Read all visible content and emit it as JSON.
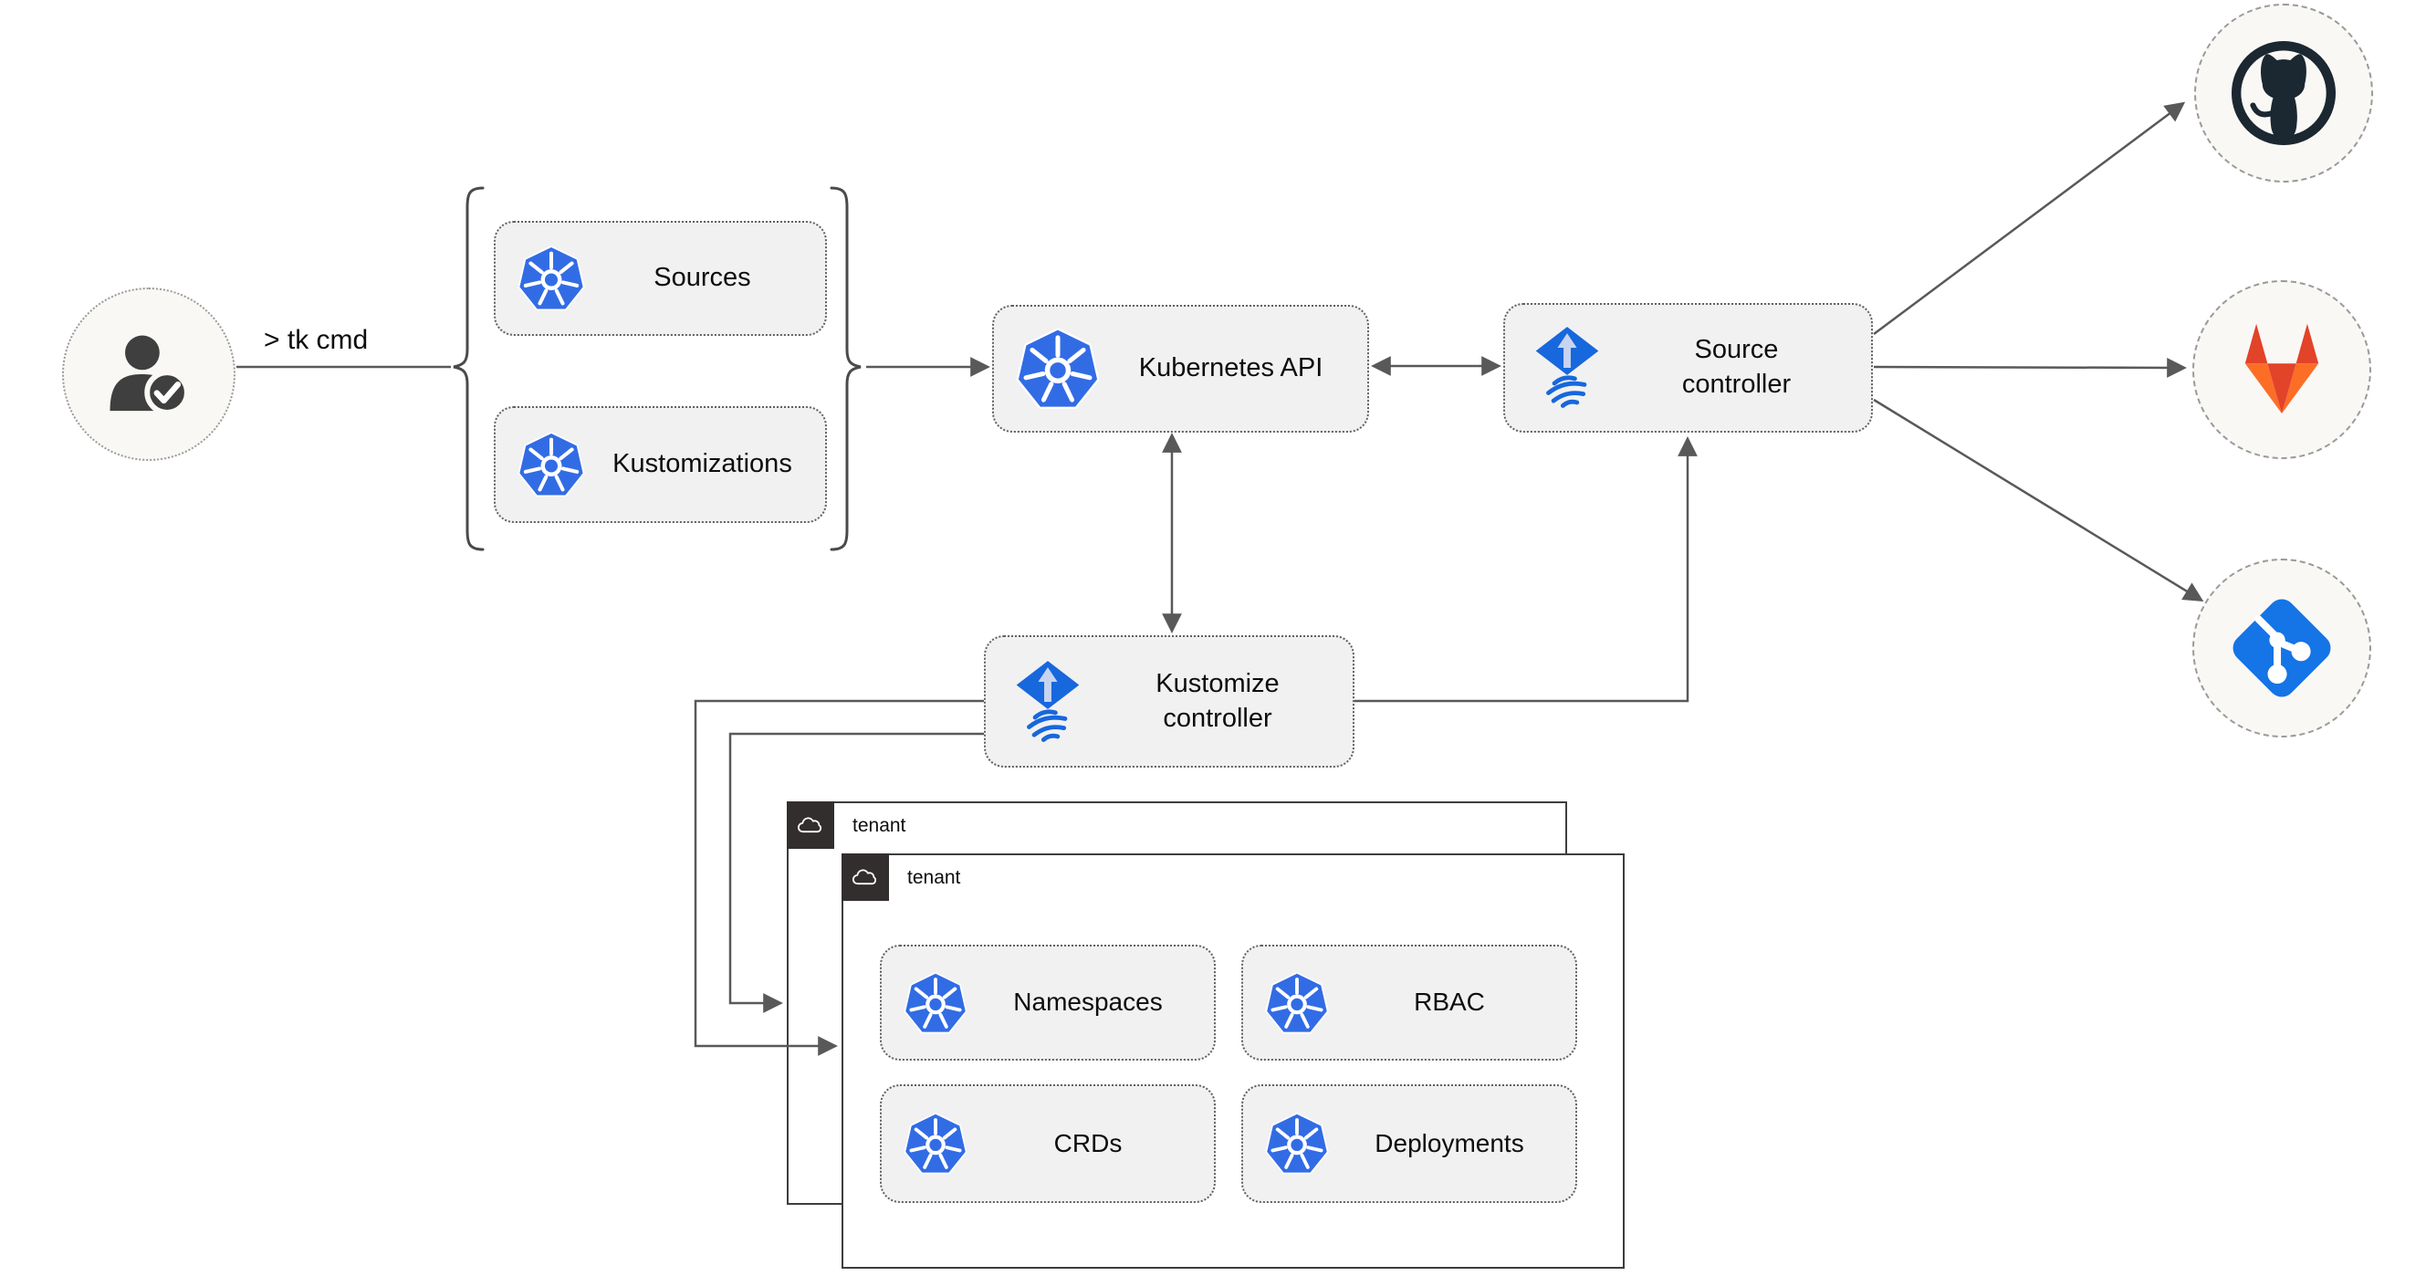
{
  "diagram": {
    "title_hint": "GitOps toolkit architecture diagram",
    "cli_label": "> tk cmd",
    "user": {
      "icon": "user-check-icon"
    },
    "crd_group": {
      "sources_label": "Sources",
      "kustomizations_label": "Kustomizations"
    },
    "nodes": {
      "kubernetes_api_label": "Kubernetes API",
      "source_controller_label": "Source controller",
      "kustomize_controller_label": "Kustomize controller"
    },
    "tenant_back": {
      "label": "tenant",
      "icon": "cloud-icon"
    },
    "tenant_front": {
      "label": "tenant",
      "icon": "cloud-icon"
    },
    "resources": {
      "namespaces": "Namespaces",
      "rbac": "RBAC",
      "crds": "CRDs",
      "deployments": "Deployments"
    },
    "remotes": {
      "github": "github-icon",
      "gitlab": "gitlab-icon",
      "git": "git-icon"
    },
    "colors": {
      "kubernetes_blue": "#326ce5",
      "flux_blue": "#1767dd",
      "flux_arrow_light": "#c7d4f0",
      "wire_gray": "#595959",
      "node_fill": "#f1f1f1",
      "circle_fill": "#faf8f5",
      "github_dark": "#1b2731",
      "gitlab_red": "#e24329",
      "gitlab_orange": "#fc6d26",
      "git_blue": "#1574e6",
      "tenant_header_dark": "#332e2e"
    }
  }
}
